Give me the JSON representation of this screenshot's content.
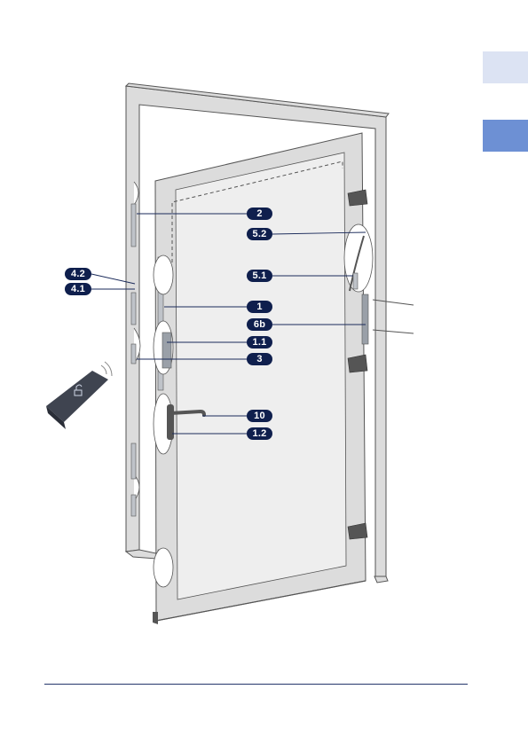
{
  "colors": {
    "tab_light": "#dce3f3",
    "tab_dark": "#6d90d4",
    "badge": "#0f1f4d",
    "leader_line": "#1a2a5a",
    "footer_rule": "#25366b",
    "frame_fill": "#dcdcdc",
    "frame_stroke": "#555555",
    "glass": "#eeeeee",
    "key_fob": "#3f4450"
  },
  "icons": {
    "key_fob": "nfc-key-fob-icon",
    "fob_symbol": "unlocked-padlock-icon",
    "wireless": "wireless-signal-icon"
  },
  "callouts": {
    "label_2": "2",
    "label_5_2": "5.2",
    "label_5_1": "5.1",
    "label_1": "1",
    "label_6b": "6b",
    "label_1_1": "1.1",
    "label_3": "3",
    "label_10": "10",
    "label_1_2": "1.2",
    "label_4_2": "4.2",
    "label_4_1": "4.1"
  }
}
